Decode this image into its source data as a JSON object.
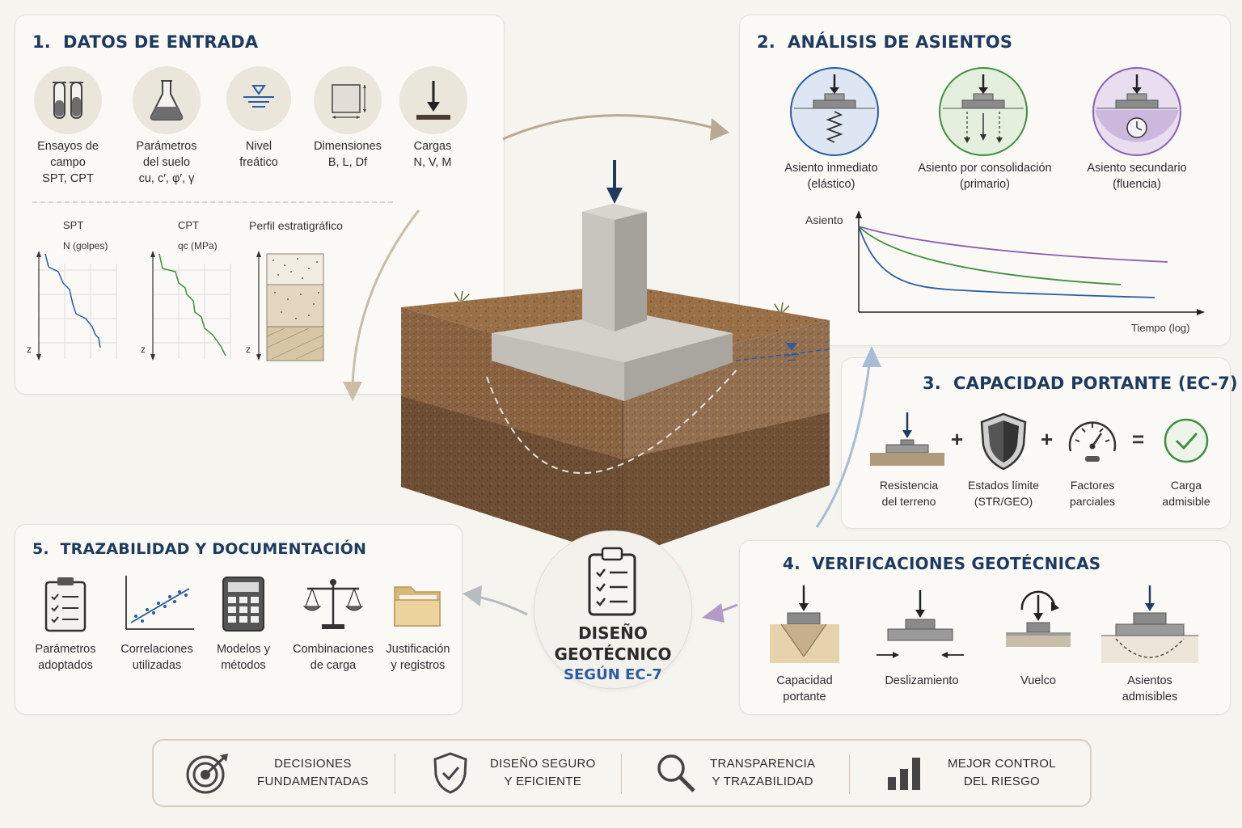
{
  "panel1": {
    "number": "1.",
    "title": "DATOS DE ENTRADA",
    "items": [
      {
        "line1": "Ensayos de",
        "line2": "campo",
        "line3": "SPT, CPT"
      },
      {
        "line1": "Parámetros",
        "line2": "del suelo",
        "line3": "cu, c′, φ′,  γ"
      },
      {
        "line1": "Nivel",
        "line2": "freático",
        "line3": ""
      },
      {
        "line1": "Dimensiones",
        "line2": "B, L, Df",
        "line3": ""
      },
      {
        "line1": "Cargas",
        "line2": "N, V, M",
        "line3": ""
      }
    ],
    "spt": {
      "title": "SPT",
      "unit": "N (golpes)",
      "axis": "z"
    },
    "cpt": {
      "title": "CPT",
      "unit": "qc (MPa)",
      "axis": "z"
    },
    "profile": {
      "title": "Perfil estratigráfico",
      "axis": "z"
    }
  },
  "panel2": {
    "number": "2.",
    "title": "ANÁLISIS DE ASIENTOS",
    "items": [
      {
        "line1": "Asiento inmediato",
        "line2": "(elástico)"
      },
      {
        "line1": "Asiento por consolidación",
        "line2": "(primario)"
      },
      {
        "line1": "Asiento secundario",
        "line2": "(fluencia)"
      }
    ],
    "graph": {
      "ylabel": "Asiento",
      "xlabel": "Tiempo (log)"
    }
  },
  "panel3": {
    "number": "3.",
    "title": "CAPACIDAD PORTANTE (EC-7)",
    "items": [
      {
        "line1": "Resistencia",
        "line2": "del terreno"
      },
      {
        "line1": "Estados límite",
        "line2": "(STR/GEO)"
      },
      {
        "line1": "Factores",
        "line2": "parciales"
      },
      {
        "line1": "Carga",
        "line2": "admisible"
      }
    ],
    "plus": "+",
    "equals": "="
  },
  "panel4": {
    "number": "4.",
    "title": "VERIFICACIONES GEOTÉCNICAS",
    "items": [
      {
        "line1": "Capacidad",
        "line2": "portante"
      },
      {
        "line1": "Deslizamiento",
        "line2": ""
      },
      {
        "line1": "Vuelco",
        "line2": ""
      },
      {
        "line1": "Asientos",
        "line2": "admisibles"
      }
    ]
  },
  "panel5": {
    "number": "5.",
    "title": "TRAZABILIDAD Y DOCUMENTACIÓN",
    "items": [
      {
        "line1": "Parámetros",
        "line2": "adoptados"
      },
      {
        "line1": "Correlaciones",
        "line2": "utilizadas"
      },
      {
        "line1": "Modelos y",
        "line2": "métodos"
      },
      {
        "line1": "Combinaciones",
        "line2": "de carga"
      },
      {
        "line1": "Justificación",
        "line2": "y registros"
      }
    ]
  },
  "center": {
    "line1": "DISEÑO",
    "line2": "GEOTÉCNICO",
    "line3": "SEGÚN EC-7"
  },
  "bottom": [
    {
      "line1": "DECISIONES",
      "line2": "FUNDAMENTADAS",
      "icon": "target-icon"
    },
    {
      "line1": "DISEÑO SEGURO",
      "line2": "Y EFICIENTE",
      "icon": "shield-check-icon"
    },
    {
      "line1": "TRANSPARENCIA",
      "line2": "Y TRAZABILIDAD",
      "icon": "magnifier-icon"
    },
    {
      "line1": "MEJOR CONTROL",
      "line2": "DEL RIESGO",
      "icon": "bar-chart-icon"
    }
  ],
  "colors": {
    "title": "#1e3a5f",
    "accent_blue": "#2a5d9f",
    "curve_green": "#3f8f3f",
    "curve_purple": "#8a5fb0"
  }
}
